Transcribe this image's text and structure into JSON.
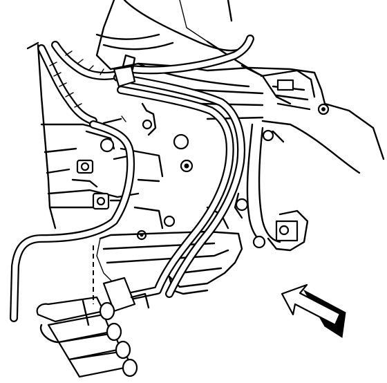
{
  "diagram": {
    "parts": [
      {
        "id": "transmission-case",
        "icon": "transmission-outline"
      },
      {
        "id": "bell-housing",
        "icon": "bell-housing-outline"
      },
      {
        "id": "oil-pan",
        "icon": "oil-pan-outline"
      },
      {
        "id": "cooler-lines",
        "icon": "tube-pair"
      },
      {
        "id": "line-bracket",
        "icon": "bracket-clip"
      },
      {
        "id": "quick-connect-fittings",
        "icon": "fitting-group"
      },
      {
        "id": "wiring-harness",
        "icon": "harness-loom"
      },
      {
        "id": "mounting-bolts",
        "icon": "bolt-heads"
      }
    ],
    "indicator": {
      "icon": "direction-arrow-icon",
      "fill": "#000000"
    }
  }
}
